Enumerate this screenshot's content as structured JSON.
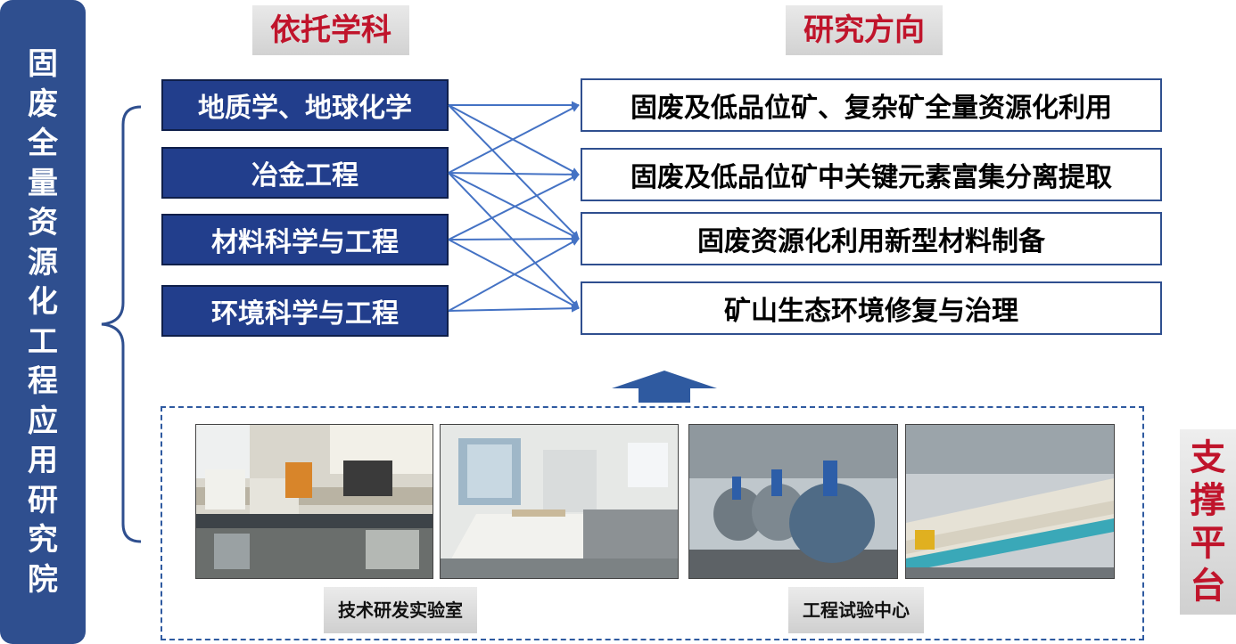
{
  "left_title": [
    "固",
    "废",
    "全",
    "量",
    "资",
    "源",
    "化",
    "工",
    "程",
    "应",
    "用",
    "研",
    "究",
    "院"
  ],
  "headers": {
    "disciplines": "依托学科",
    "directions": "研究方向"
  },
  "disciplines": [
    "地质学、地球化学",
    "冶金工程",
    "材料科学与工程",
    "环境科学与工程"
  ],
  "directions": [
    "固废及低品位矿、复杂矿全量资源化利用",
    "固废及低品位矿中关键元素富集分离提取",
    "固废资源化利用新型材料制备",
    "矿山生态环境修复与治理"
  ],
  "captions": {
    "lab": "技术研发实验室",
    "center": "工程试验中心"
  },
  "platform_label": [
    "支",
    "撑",
    "平",
    "台"
  ],
  "colors": {
    "navy": "#223e8c",
    "accent_red": "#c0142b",
    "line_blue": "#4472c4",
    "frame_blue": "#2f4f8f"
  },
  "icons": {
    "brace": "left-curly-brace",
    "arrow": "up-block-arrow"
  },
  "photos": [
    "lab-equipment-photo",
    "lab-bench-photo",
    "reactor-vessels-photo",
    "filter-press-photo"
  ]
}
